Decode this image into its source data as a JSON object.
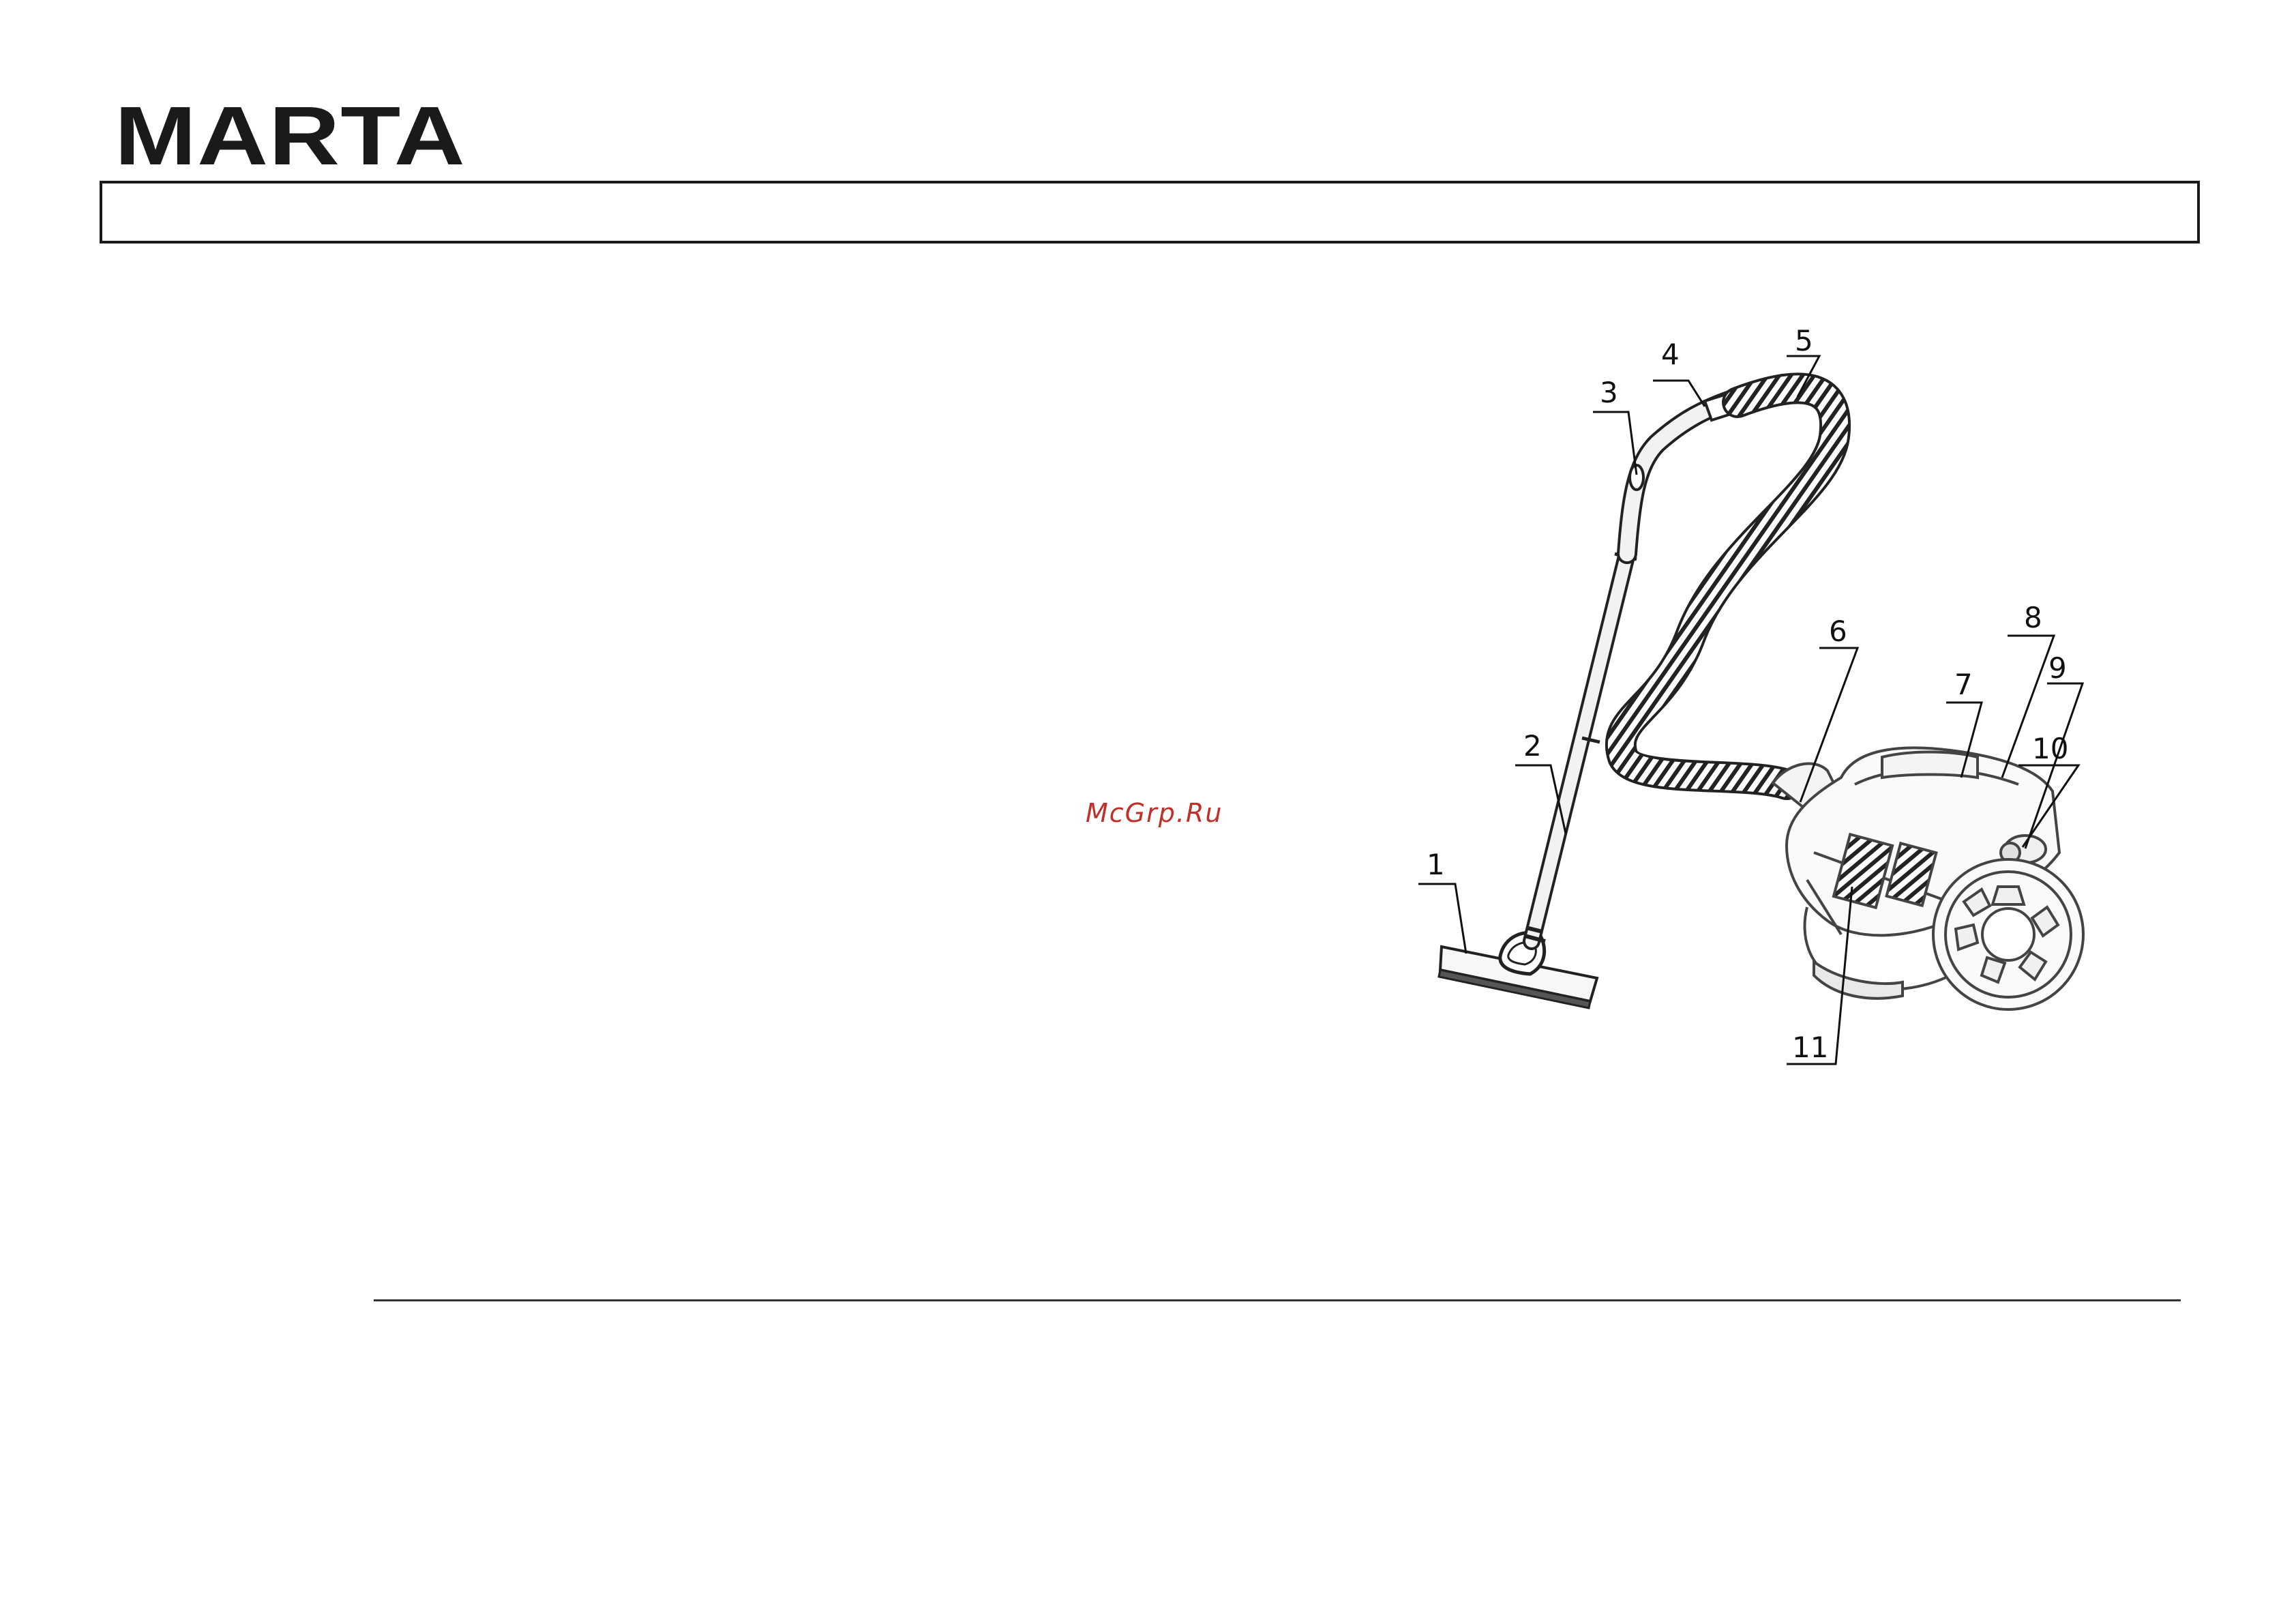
{
  "brand": {
    "logo_text": "MARTA"
  },
  "watermark": {
    "text": "McGrp.Ru"
  },
  "figure": {
    "callouts": [
      "1",
      "2",
      "3",
      "4",
      "5",
      "6",
      "7",
      "8",
      "9",
      "10",
      "11"
    ]
  }
}
